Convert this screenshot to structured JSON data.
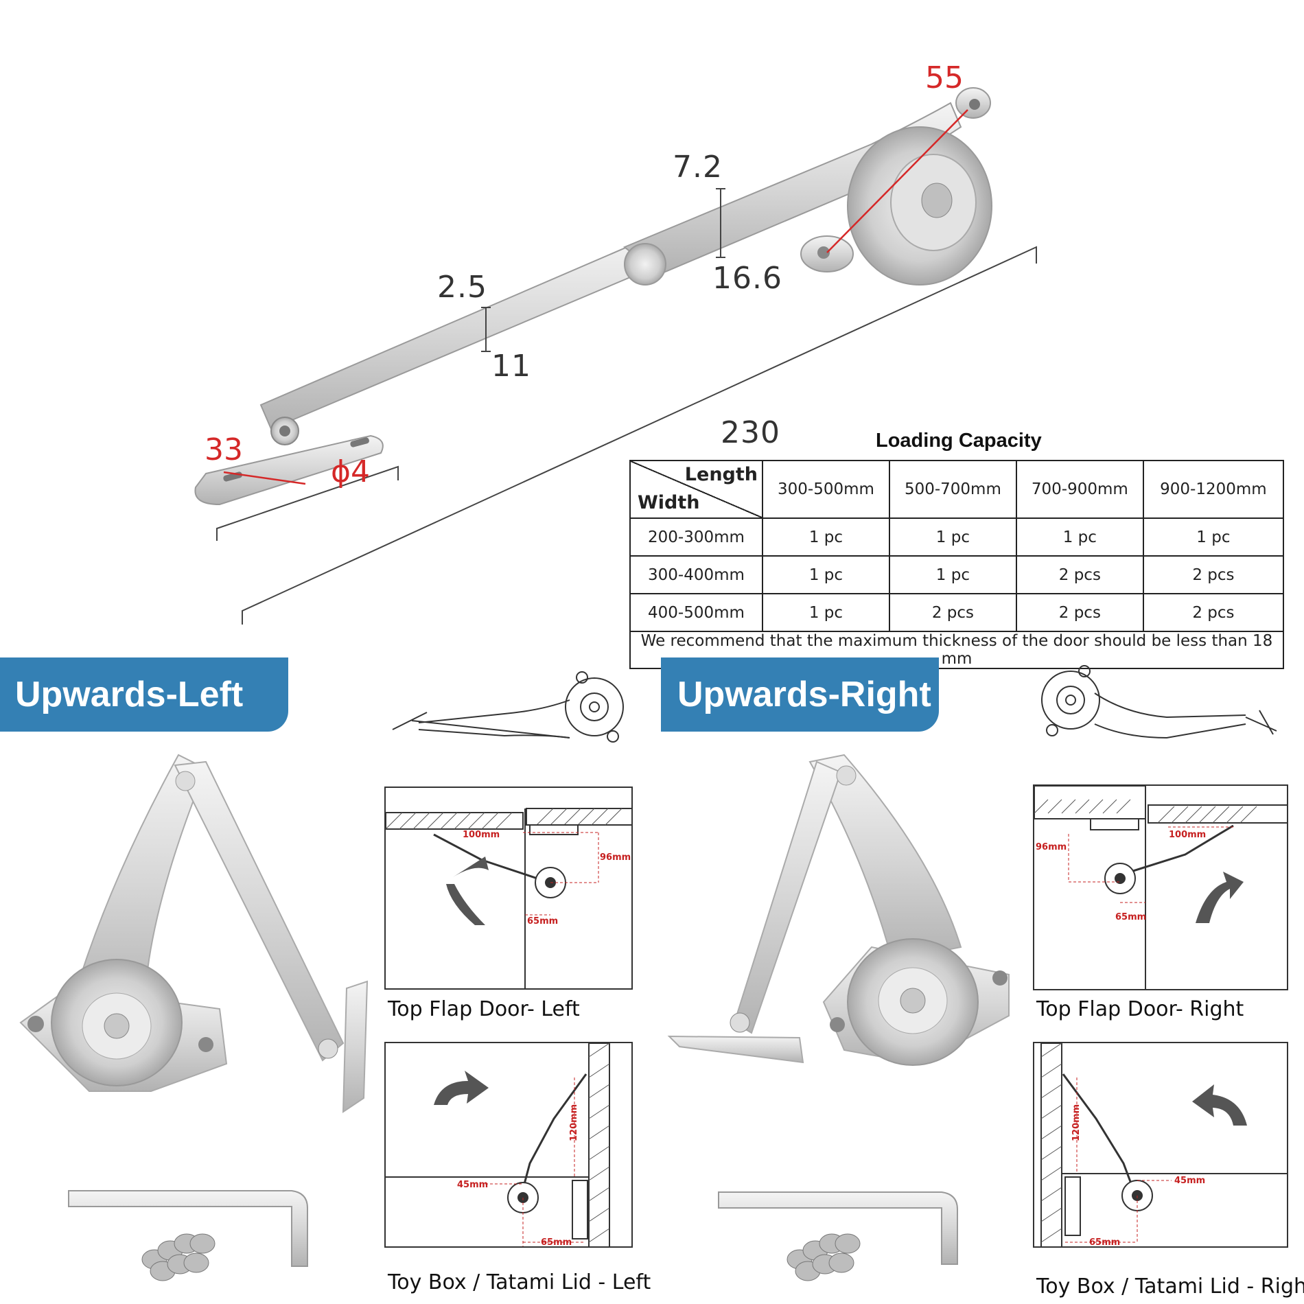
{
  "dimensions": {
    "d55": "55",
    "d72": "7.2",
    "d166": "16.6",
    "d25": "2.5",
    "d11": "11",
    "d230": "230",
    "d33": "33",
    "dphi4": "ϕ4"
  },
  "loading_capacity": {
    "title": "Loading Capacity",
    "header_length": "Length",
    "header_width": "Width",
    "columns": [
      "300-500mm",
      "500-700mm",
      "700-900mm",
      "900-1200mm"
    ],
    "rows": [
      {
        "width": "200-300mm",
        "values": [
          "1 pc",
          "1 pc",
          "1 pc",
          "1 pc"
        ]
      },
      {
        "width": "300-400mm",
        "values": [
          "1 pc",
          "1 pc",
          "2 pcs",
          "2 pcs"
        ]
      },
      {
        "width": "400-500mm",
        "values": [
          "1 pc",
          "2 pcs",
          "2 pcs",
          "2 pcs"
        ]
      }
    ],
    "note": "We recommend that the maximum thickness of the door should be less than 18 mm"
  },
  "banners": {
    "left": "Upwards-Left",
    "right": "Upwards-Right"
  },
  "diagrams": {
    "top_flap_left": {
      "caption": "Top Flap Door- Left",
      "m100": "100mm",
      "m96": "96mm",
      "m65": "65mm"
    },
    "toy_box_left": {
      "caption": "Toy Box / Tatami Lid - Left",
      "m120": "120mm",
      "m45": "45mm",
      "m65": "65mm"
    },
    "top_flap_right": {
      "caption": "Top Flap Door- Right",
      "m100": "100mm",
      "m96": "96mm",
      "m65": "65mm"
    },
    "toy_box_right": {
      "caption": "Toy Box / Tatami Lid - Right",
      "m120": "120mm",
      "m45": "45mm",
      "m65": "65mm"
    }
  },
  "colors": {
    "banner": "#3480b4",
    "dimension_red": "#d52828",
    "metal": "#d9d9d9"
  }
}
